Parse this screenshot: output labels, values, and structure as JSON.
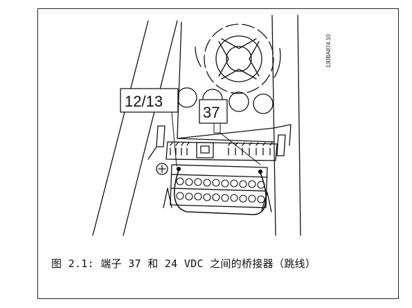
{
  "diagram": {
    "drawing_code": "130BA874.10",
    "labels": {
      "terminal_12_13": "12/13",
      "terminal_37": "37"
    },
    "caption": "图 2.1: 端子 37 和 24 VDC 之间的桥接器（跳线）"
  }
}
